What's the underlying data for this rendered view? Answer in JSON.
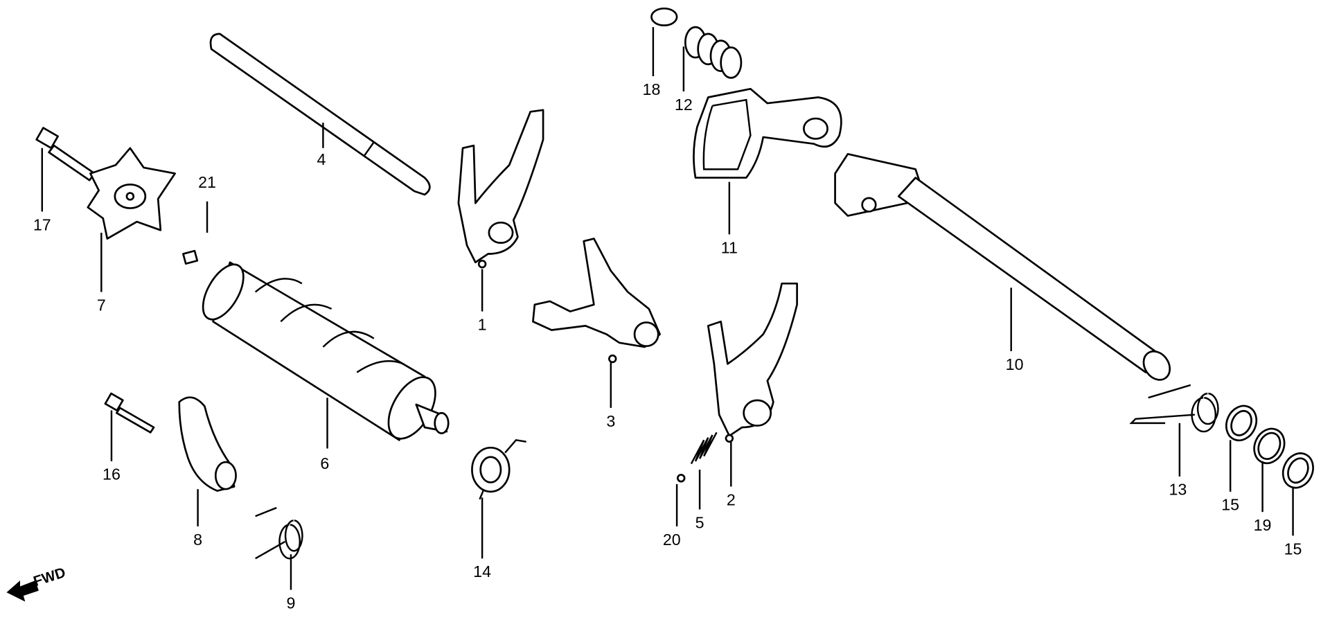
{
  "title": "Gearshift drum / shift fork parts diagram",
  "direction_label": "FWD",
  "labels": {
    "p1": "1",
    "p2": "2",
    "p3": "3",
    "p4": "4",
    "p5": "5",
    "p6": "6",
    "p7": "7",
    "p8": "8",
    "p9": "9",
    "p10": "10",
    "p11": "11",
    "p12": "12",
    "p13": "13",
    "p14": "14",
    "p15a": "15",
    "p15b": "15",
    "p16": "16",
    "p17": "17",
    "p18": "18",
    "p19": "19",
    "p20": "20",
    "p21": "21"
  }
}
